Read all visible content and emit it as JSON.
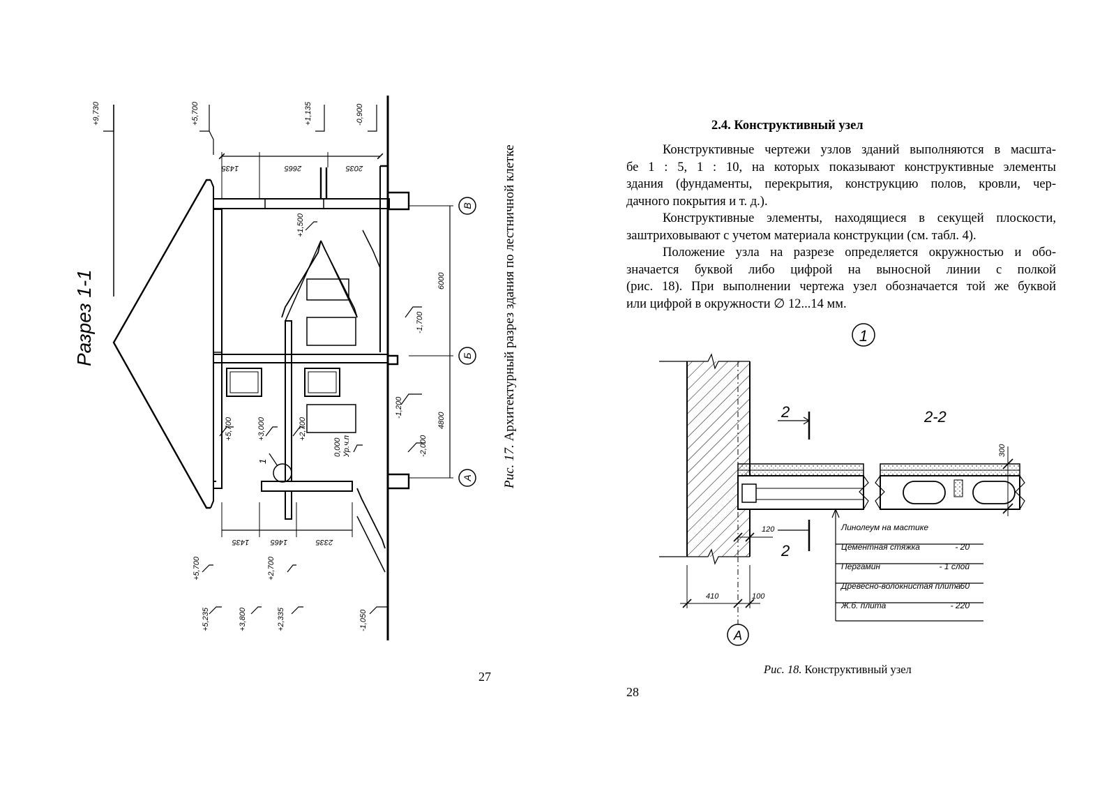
{
  "left_page": {
    "page_number": "27",
    "figure": {
      "title": "Разрез 1-1",
      "caption_prefix": "Рис. 17.",
      "caption_text": " Архитектурный разрез здания по лестничной клетке",
      "top_elevations": [
        "+9,730",
        "+5,700",
        "+1,135",
        "-0,900"
      ],
      "top_dimensions": [
        "1435",
        "2665",
        "2035"
      ],
      "bottom_dimensions": [
        "1435",
        "1465",
        "2335"
      ],
      "bottom_elevations": [
        "+5,700",
        "+2,700",
        "+5,235",
        "+3,800",
        "+2,335",
        "-1,050"
      ],
      "inner_marks": [
        "+1,500",
        "+5,700",
        "+3,000",
        "+2,700",
        "0,000",
        "Ур.ч.п",
        "-1,200",
        "-2,000",
        "-1,700",
        "1"
      ],
      "axis_dimensions": [
        "6000",
        "4800"
      ],
      "axes": [
        "В",
        "Б",
        "А"
      ]
    }
  },
  "right_page": {
    "page_number": "28",
    "heading": "2.4. Конструктивный узел",
    "paragraphs": [
      [
        "Конструктивные чертежи узлов зданий выполняются в масшта-",
        "бе 1 : 5, 1 : 10, на которых показывают конструктивные элементы",
        "здания (фундаменты, перекрытия, конструкцию полов, кровли, чер-",
        "дачного покрытия и т. д.)."
      ],
      [
        "Конструктивные элементы, находящиеся в секущей плоскости,",
        "заштриховывают с учетом материала конструкции (см. табл. 4)."
      ],
      [
        "Положение узла на разрезе определяется окружностью и обо-",
        "значается буквой либо цифрой на выносной линии с полкой",
        "(рис. 18). При выполнении чертежа узел обозначается той же буквой",
        "или цифрой в окружности ∅ 12...14 мм."
      ]
    ],
    "figure": {
      "node_label": "1",
      "section_label": "2-2",
      "cut_mark": "2",
      "dims": [
        "120",
        "410",
        "100",
        "300"
      ],
      "axis": "А",
      "layers": [
        {
          "name": "Линолеум на мастике",
          "value": ""
        },
        {
          "name": "Цементная стяжка",
          "value": "- 20"
        },
        {
          "name": "Пергамин",
          "value": "- 1 слой"
        },
        {
          "name": "Древесно-волокнистая плита",
          "value": "- 60"
        },
        {
          "name": "Ж.б. плита",
          "value": "- 220"
        }
      ],
      "caption_prefix": "Рис. 18.",
      "caption_text": " Конструктивный узел"
    }
  }
}
